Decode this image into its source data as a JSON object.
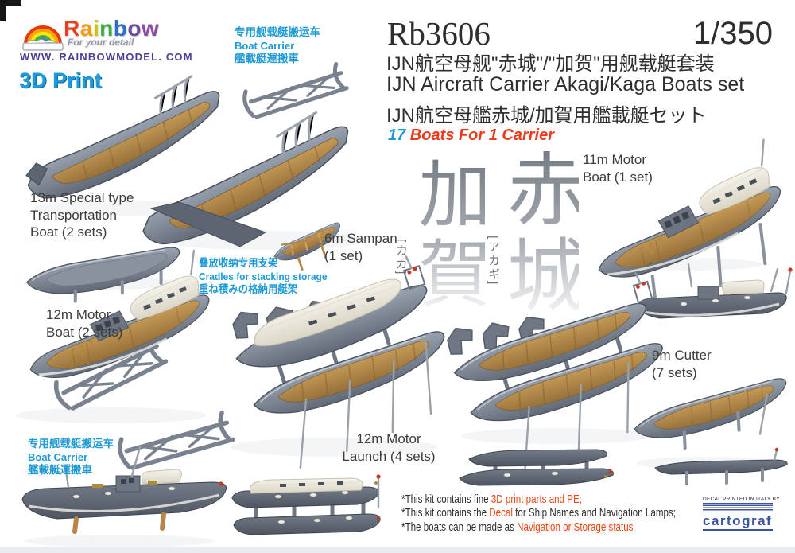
{
  "colors": {
    "accent_blue": "#1e9ad6",
    "accent_red": "#ee3a1a",
    "note_red": "#f04616",
    "brand_purple": "#4c3f99",
    "watermark_gray": "#9aa0a8",
    "hull_gray": "#79828f",
    "deck_wood": "#b78c4e",
    "canopy_white": "#f1efe4",
    "cartograf_blue": "#3b53a5"
  },
  "brand": {
    "letters": [
      "R",
      "a",
      "i",
      "n",
      "b",
      "o",
      "w"
    ],
    "tagline": "For your detail",
    "website": "WWW. RAINBOWMODEL. COM",
    "badge_3d_print": "3D Print"
  },
  "header": {
    "product_code": "Rb3606",
    "scale": "1/350",
    "title_cn": "IJN航空母舰\"赤城\"/\"加贺\"用舰载艇套装",
    "title_en": "IJN Aircraft Carrier Akagi/Kaga Boats set",
    "title_jp": "IJN航空母艦赤城/加賀用艦載艇セット",
    "tagline_count": "17",
    "tagline_text": " Boats For 1 Carrier"
  },
  "watermark": {
    "kaga": "加賀",
    "kaga_reading": "[カガ]",
    "akagi": "赤城",
    "akagi_reading": "[アカギ]"
  },
  "labels": {
    "carrier_top": {
      "cn": "专用舰载艇搬运车",
      "en": "Boat Carrier",
      "jp": "艦載艇運搬車"
    },
    "transport_13m": {
      "line1": "13m Special type",
      "line2": "Transportation",
      "line3": "Boat (2 sets)"
    },
    "sampan_6m": {
      "line1": "6m Sampan",
      "line2": "(1 set)"
    },
    "motor_boat_11m": {
      "line1": "11m Motor",
      "line2": "Boat (1 set)"
    },
    "cradles": {
      "cn": "叠放收纳专用支架",
      "en": "Cradles for stacking storage",
      "jp": "重ね積みの格納用艇架"
    },
    "motor_boat_12m": {
      "line1": "12m Motor",
      "line2": "Boat (2 sets)"
    },
    "cutter_9m": {
      "line1": "9m Cutter",
      "line2": "(7 sets)"
    },
    "motor_launch_12m": {
      "line1": "12m Motor",
      "line2": "Launch (4 sets)"
    },
    "carrier_bottom": {
      "cn": "专用舰载艇搬运车",
      "en": "Boat Carrier",
      "jp": "艦載艇運搬車"
    }
  },
  "notes": [
    {
      "prefix": "*This kit contains fine ",
      "highlight": "3D print parts and PE;",
      "suffix": ""
    },
    {
      "prefix": "*This kit contains the ",
      "highlight": "Decal",
      "suffix": " for Ship Names and Navigation Lamps;"
    },
    {
      "prefix": "*The boats can be made as ",
      "highlight": "Navigation or Storage status",
      "suffix": ""
    }
  ],
  "cartograf": {
    "caption": "DECAL PRINTED IN ITALY BY",
    "name": "cartograf"
  }
}
